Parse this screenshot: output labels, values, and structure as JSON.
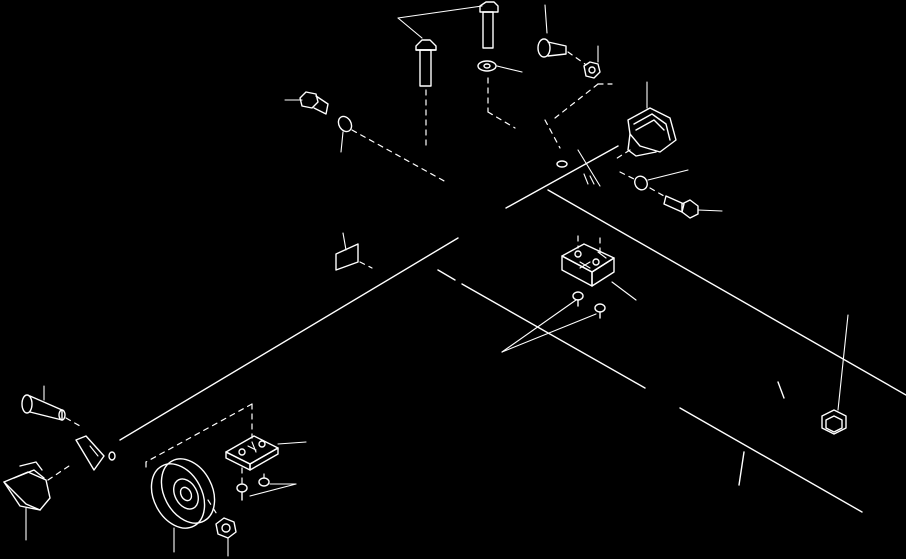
{
  "diagram": {
    "background_color": "#000000",
    "line_color": "#ffffff",
    "parts": [
      "hex-bolt-long-left",
      "hex-bolt-long-right",
      "shoulder-bolt-top",
      "lock-nut-top",
      "washer-top",
      "bracket-right",
      "bolt-upper-left",
      "washer-upper-left",
      "washer-right",
      "bolt-right",
      "label-plate",
      "mount-block-center",
      "screw-pair-center",
      "cage-nut",
      "pin-left",
      "washer-diamond-left",
      "bracket-left",
      "wheel",
      "lock-nut-bottom",
      "mount-block-left",
      "screw-pair-left"
    ]
  }
}
